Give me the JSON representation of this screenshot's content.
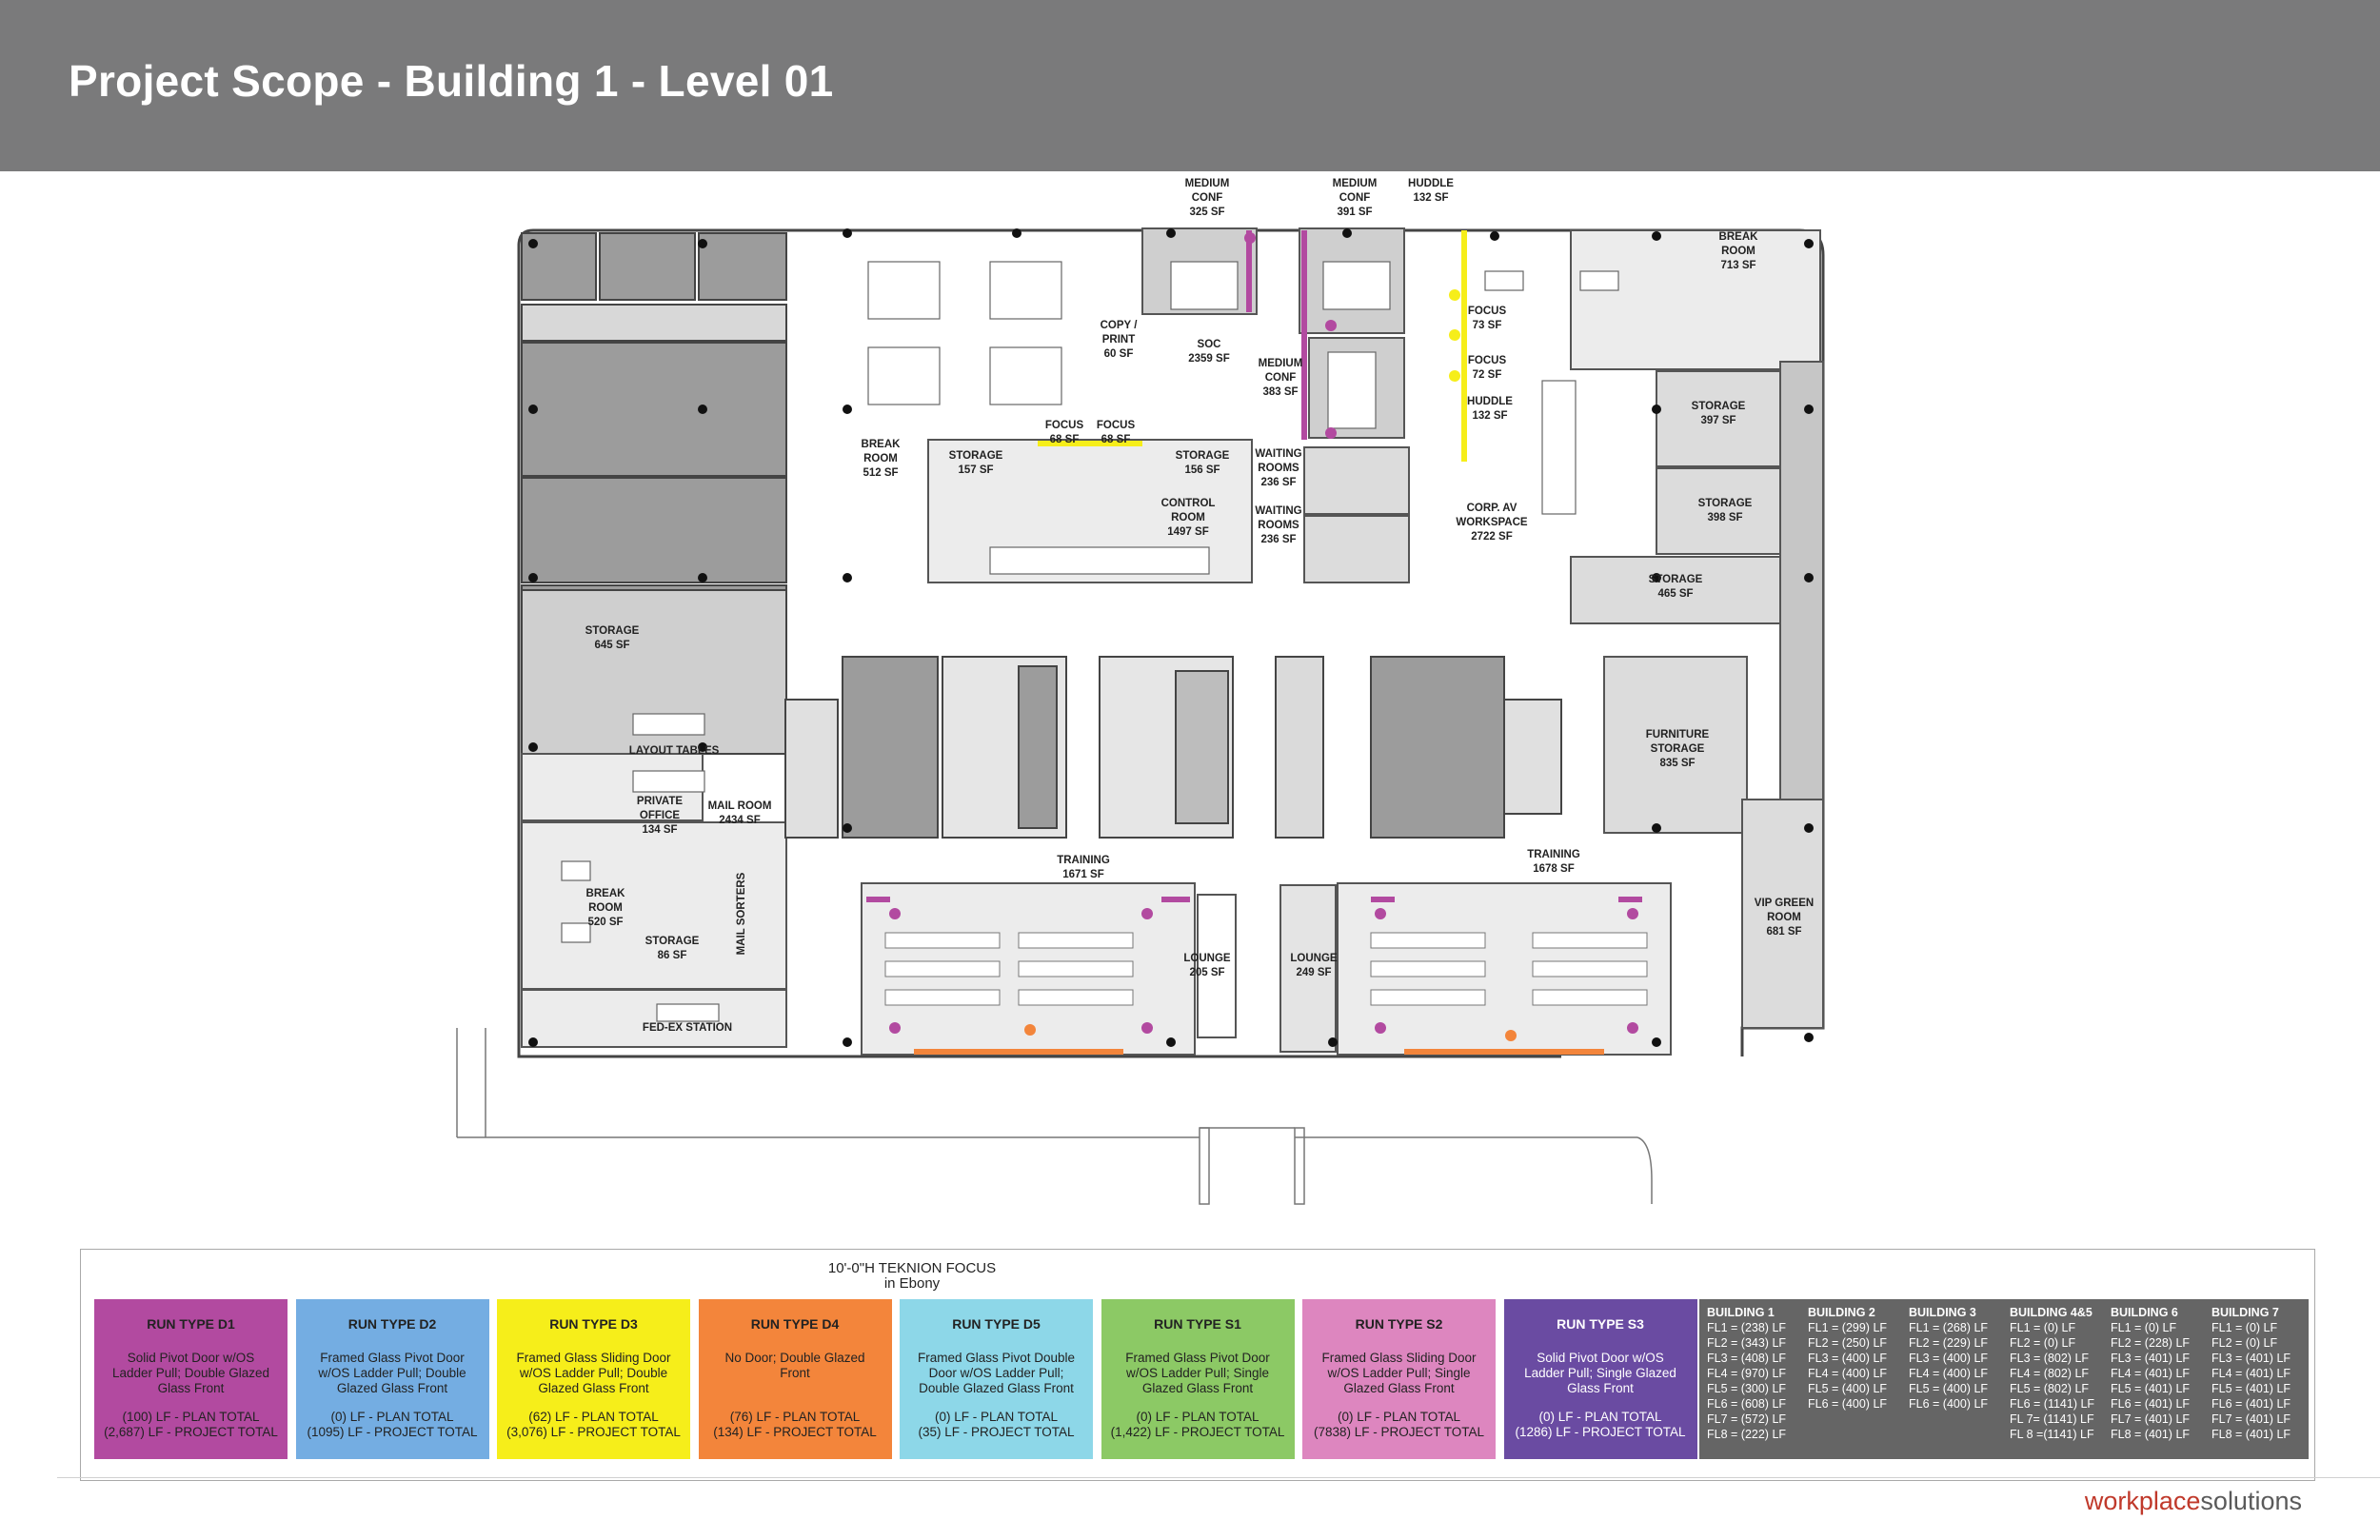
{
  "header": {
    "title": "Project Scope - Building 1 - Level 01"
  },
  "plan": {
    "labels": {
      "medium_conf_1": [
        "MEDIUM",
        "CONF",
        "325 SF"
      ],
      "medium_conf_2": [
        "MEDIUM",
        "CONF",
        "391 SF"
      ],
      "huddle_top": [
        "HUDDLE",
        "132 SF"
      ],
      "break_room_ne": [
        "BREAK",
        "ROOM",
        "713 SF"
      ],
      "copy_print": [
        "COPY /",
        "PRINT",
        "60 SF"
      ],
      "soc": [
        "SOC",
        "2359 SF"
      ],
      "focus_73": [
        "FOCUS",
        "73 SF"
      ],
      "focus_72": [
        "FOCUS",
        "72 SF"
      ],
      "medium_conf_3": [
        "MEDIUM",
        "CONF",
        "383 SF"
      ],
      "huddle_2": [
        "HUDDLE",
        "132 SF"
      ],
      "storage_397": [
        "STORAGE",
        "397 SF"
      ],
      "focus_68a": [
        "FOCUS",
        "68 SF"
      ],
      "focus_68b": [
        "FOCUS",
        "68 SF"
      ],
      "break_room_512": [
        "BREAK",
        "ROOM",
        "512 SF"
      ],
      "storage_157": [
        "STORAGE",
        "157 SF"
      ],
      "storage_156": [
        "STORAGE",
        "156 SF"
      ],
      "waiting_1": [
        "WAITING",
        "ROOMS",
        "236 SF"
      ],
      "waiting_2": [
        "WAITING",
        "ROOMS",
        "236 SF"
      ],
      "storage_398": [
        "STORAGE",
        "398 SF"
      ],
      "control_room": [
        "CONTROL",
        "ROOM",
        "1497 SF"
      ],
      "corp_av": [
        "CORP. AV",
        "WORKSPACE",
        "2722 SF"
      ],
      "storage_465": [
        "STORAGE",
        "465 SF"
      ],
      "storage_645": [
        "STORAGE",
        "645 SF"
      ],
      "layout_tables": [
        "LAYOUT TABLES"
      ],
      "private_office": [
        "PRIVATE",
        "OFFICE",
        "134 SF"
      ],
      "mail_room": [
        "MAIL ROOM",
        "2434 SF"
      ],
      "furniture_storage": [
        "FURNITURE",
        "STORAGE",
        "835 SF"
      ],
      "training_1": [
        "TRAINING",
        "1671 SF"
      ],
      "training_2": [
        "TRAINING",
        "1678 SF"
      ],
      "break_room_520": [
        "BREAK",
        "ROOM",
        "520 SF"
      ],
      "storage_86": [
        "STORAGE",
        "86 SF"
      ],
      "mail_sorters": [
        "MAIL SORTERS"
      ],
      "lounge_1": [
        "LOUNGE",
        "205 SF"
      ],
      "lounge_2": [
        "LOUNGE",
        "249 SF"
      ],
      "vip_green": [
        "VIP GREEN",
        "ROOM",
        "681 SF"
      ],
      "fedex": [
        "FED-EX STATION"
      ]
    }
  },
  "legend": {
    "title_line1": "10'-0\"H TEKNION FOCUS",
    "title_line2": "in Ebony",
    "run_types": [
      {
        "title": "RUN TYPE D1",
        "desc": "Solid Pivot Door w/OS Ladder Pull; Double Glazed Glass Front",
        "plan": "(100) LF - PLAN TOTAL",
        "project": "(2,687) LF - PROJECT TOTAL",
        "color": "#b24aa0"
      },
      {
        "title": "RUN TYPE D2",
        "desc": "Framed Glass Pivot Door w/OS Ladder Pull; Double Glazed Glass Front",
        "plan": "(0) LF - PLAN TOTAL",
        "project": "(1095) LF - PROJECT TOTAL",
        "color": "#74ade2"
      },
      {
        "title": "RUN TYPE D3",
        "desc": "Framed Glass Sliding Door w/OS Ladder Pull; Double Glazed Glass Front",
        "plan": "(62) LF - PLAN TOTAL",
        "project": "(3,076) LF - PROJECT TOTAL",
        "color": "#f6ee1a"
      },
      {
        "title": "RUN TYPE D4",
        "desc": "No Door; Double Glazed Front",
        "plan": "(76) LF - PLAN TOTAL",
        "project": "(134) LF - PROJECT TOTAL",
        "color": "#f3853b"
      },
      {
        "title": "RUN TYPE D5",
        "desc": "Framed Glass Pivot Double Door w/OS Ladder Pull; Double Glazed Glass Front",
        "plan": "(0) LF - PLAN TOTAL",
        "project": "(35) LF - PROJECT TOTAL",
        "color": "#8dd7e8"
      },
      {
        "title": "RUN TYPE S1",
        "desc": "Framed Glass Pivot Door w/OS Ladder Pull; Single Glazed Glass Front",
        "plan": "(0) LF - PLAN TOTAL",
        "project": "(1,422) LF - PROJECT TOTAL",
        "color": "#8cc965"
      },
      {
        "title": "RUN TYPE S2",
        "desc": "Framed Glass Sliding Door w/OS Ladder Pull; Single Glazed Glass Front",
        "plan": "(0) LF - PLAN TOTAL",
        "project": "(7838) LF - PROJECT TOTAL",
        "color": "#dd86bf"
      },
      {
        "title": "RUN TYPE S3",
        "desc": "Solid Pivot Door w/OS Ladder Pull; Single Glazed Glass Front",
        "plan": "(0) LF - PLAN TOTAL",
        "project": "(1286) LF - PROJECT TOTAL",
        "color": "#6a4ba2"
      }
    ],
    "buildings": [
      {
        "name": "BUILDING 1",
        "rows": [
          "FL1 = (238) LF",
          "FL2 = (343) LF",
          "FL3 = (408) LF",
          "FL4 = (970) LF",
          "FL5 = (300) LF",
          "FL6 = (608) LF",
          "FL7 = (572) LF",
          "FL8 = (222) LF"
        ]
      },
      {
        "name": "BUILDING 2",
        "rows": [
          "FL1 = (299) LF",
          "FL2 = (250) LF",
          "FL3 = (400) LF",
          "FL4 = (400) LF",
          "FL5 = (400) LF",
          "FL6 = (400) LF"
        ]
      },
      {
        "name": "BUILDING 3",
        "rows": [
          "FL1 = (268) LF",
          "FL2 = (229) LF",
          "FL3 = (400) LF",
          "FL4 = (400) LF",
          "FL5 = (400) LF",
          "FL6 = (400) LF"
        ]
      },
      {
        "name": "BUILDING 4&5",
        "rows": [
          "FL1 = (0) LF",
          "FL2 = (0) LF",
          "FL3 = (802) LF",
          "FL4 = (802) LF",
          "FL5 = (802) LF",
          "FL6 = (1141) LF",
          "FL 7= (1141) LF",
          "FL 8 =(1141) LF"
        ]
      },
      {
        "name": "BUILDING 6",
        "rows": [
          "FL1 = (0) LF",
          "FL2 = (228) LF",
          "FL3 = (401) LF",
          "FL4 = (401) LF",
          "FL5 = (401) LF",
          "FL6 = (401) LF",
          "FL7 = (401) LF",
          "FL8 = (401) LF"
        ]
      },
      {
        "name": "BUILDING 7",
        "rows": [
          "FL1 = (0) LF",
          "FL2 = (0) LF",
          "FL3 = (401) LF",
          "FL4 = (401) LF",
          "FL5 = (401) LF",
          "FL6 = (401) LF",
          "FL7 = (401) LF",
          "FL8 = (401) LF"
        ]
      }
    ]
  },
  "footer": {
    "brand_a": "workplace",
    "brand_b": "solutions"
  }
}
